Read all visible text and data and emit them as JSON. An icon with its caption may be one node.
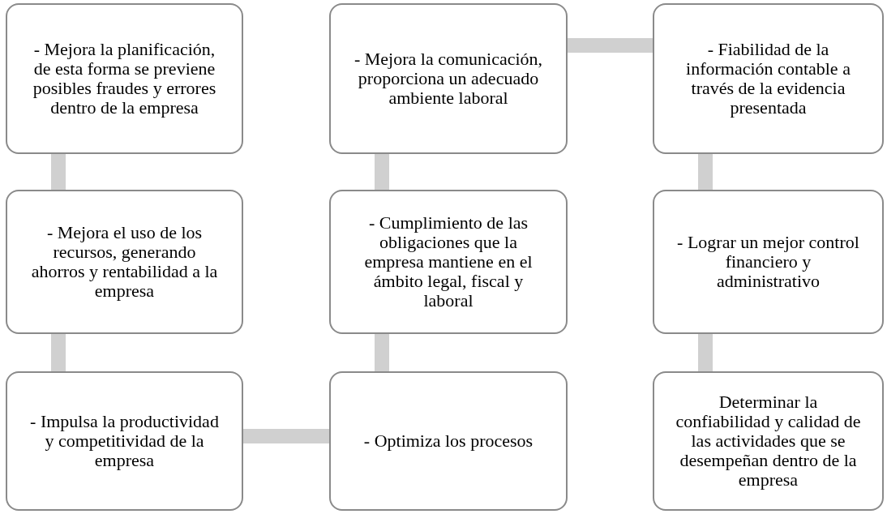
{
  "diagram": {
    "nodes": [
      {
        "text": [
          "- Mejora la planificación, de esta forma se previene posibles fraudes y errores dentro de la empresa"
        ]
      },
      {
        "text": [
          "- Mejora el uso de los recursos, generando ahorros y rentabilidad a la empresa"
        ]
      },
      {
        "text": [
          "- Impulsa la productividad y competitividad de la empresa"
        ]
      },
      {
        "text": [
          "- Mejora la comunicación, proporciona un adecuado ambiente laboral"
        ]
      },
      {
        "text": [
          "- Cumplimiento de las obligaciones que la empresa mantiene en el ámbito legal, fiscal y laboral"
        ]
      },
      {
        "text": [
          "- Optimiza los procesos"
        ]
      },
      {
        "text": [
          "- Fiabilidad de la información contable a través de la evidencia presentada"
        ]
      },
      {
        "text": [
          "- Lograr un mejor control financiero y administrativo"
        ]
      },
      {
        "text": [
          "Determinar la confiabilidad y calidad de las actividades que se desempeñan dentro de la empresa"
        ]
      }
    ],
    "edges": [
      {
        "from": 0,
        "to": 1,
        "arrow": "none"
      },
      {
        "from": 1,
        "to": 2,
        "arrow": "none"
      },
      {
        "from": 2,
        "to": 5,
        "arrow": "none"
      },
      {
        "from": 5,
        "to": 4,
        "arrow": "none"
      },
      {
        "from": 4,
        "to": 3,
        "arrow": "none"
      },
      {
        "from": 3,
        "to": 6,
        "arrow": "none"
      },
      {
        "from": 6,
        "to": 7,
        "arrow": "none"
      },
      {
        "from": 7,
        "to": 8,
        "arrow": "none"
      }
    ]
  }
}
